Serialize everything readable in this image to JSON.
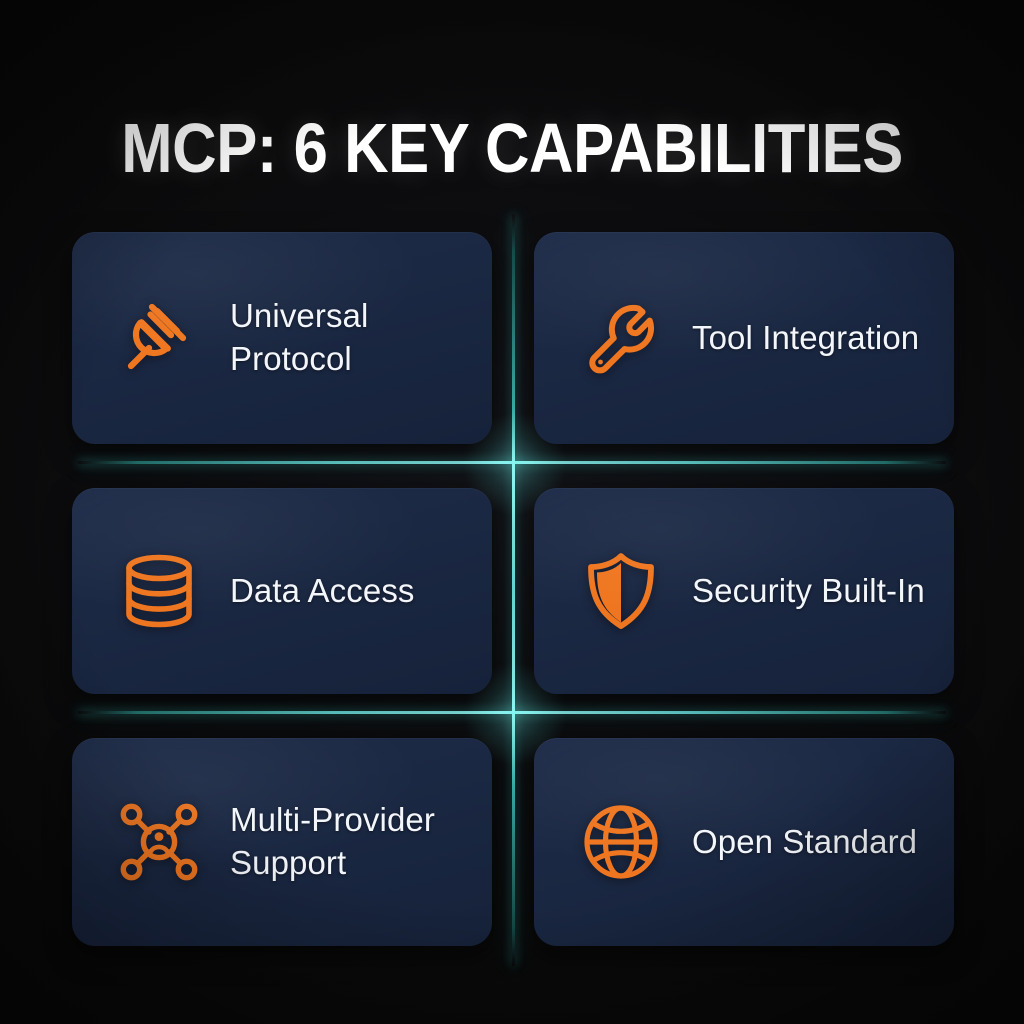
{
  "poster": {
    "title": "MCP: 6 KEY CAPABILITIES",
    "background_color": "#0b0b0c",
    "card_color": "#1b2843",
    "accent_color": "#ef7620",
    "divider_color": "#6ee8e2",
    "text_color": "#f3f6fa"
  },
  "cards": [
    {
      "icon": "plug-icon",
      "label": "Universal Protocol"
    },
    {
      "icon": "wrench-icon",
      "label": "Tool Integration"
    },
    {
      "icon": "database-icon",
      "label": "Data Access"
    },
    {
      "icon": "shield-icon",
      "label": "Security Built-In"
    },
    {
      "icon": "network-hub-icon",
      "label": "Multi-Provider Support"
    },
    {
      "icon": "globe-icon",
      "label": "Open Standard"
    }
  ]
}
